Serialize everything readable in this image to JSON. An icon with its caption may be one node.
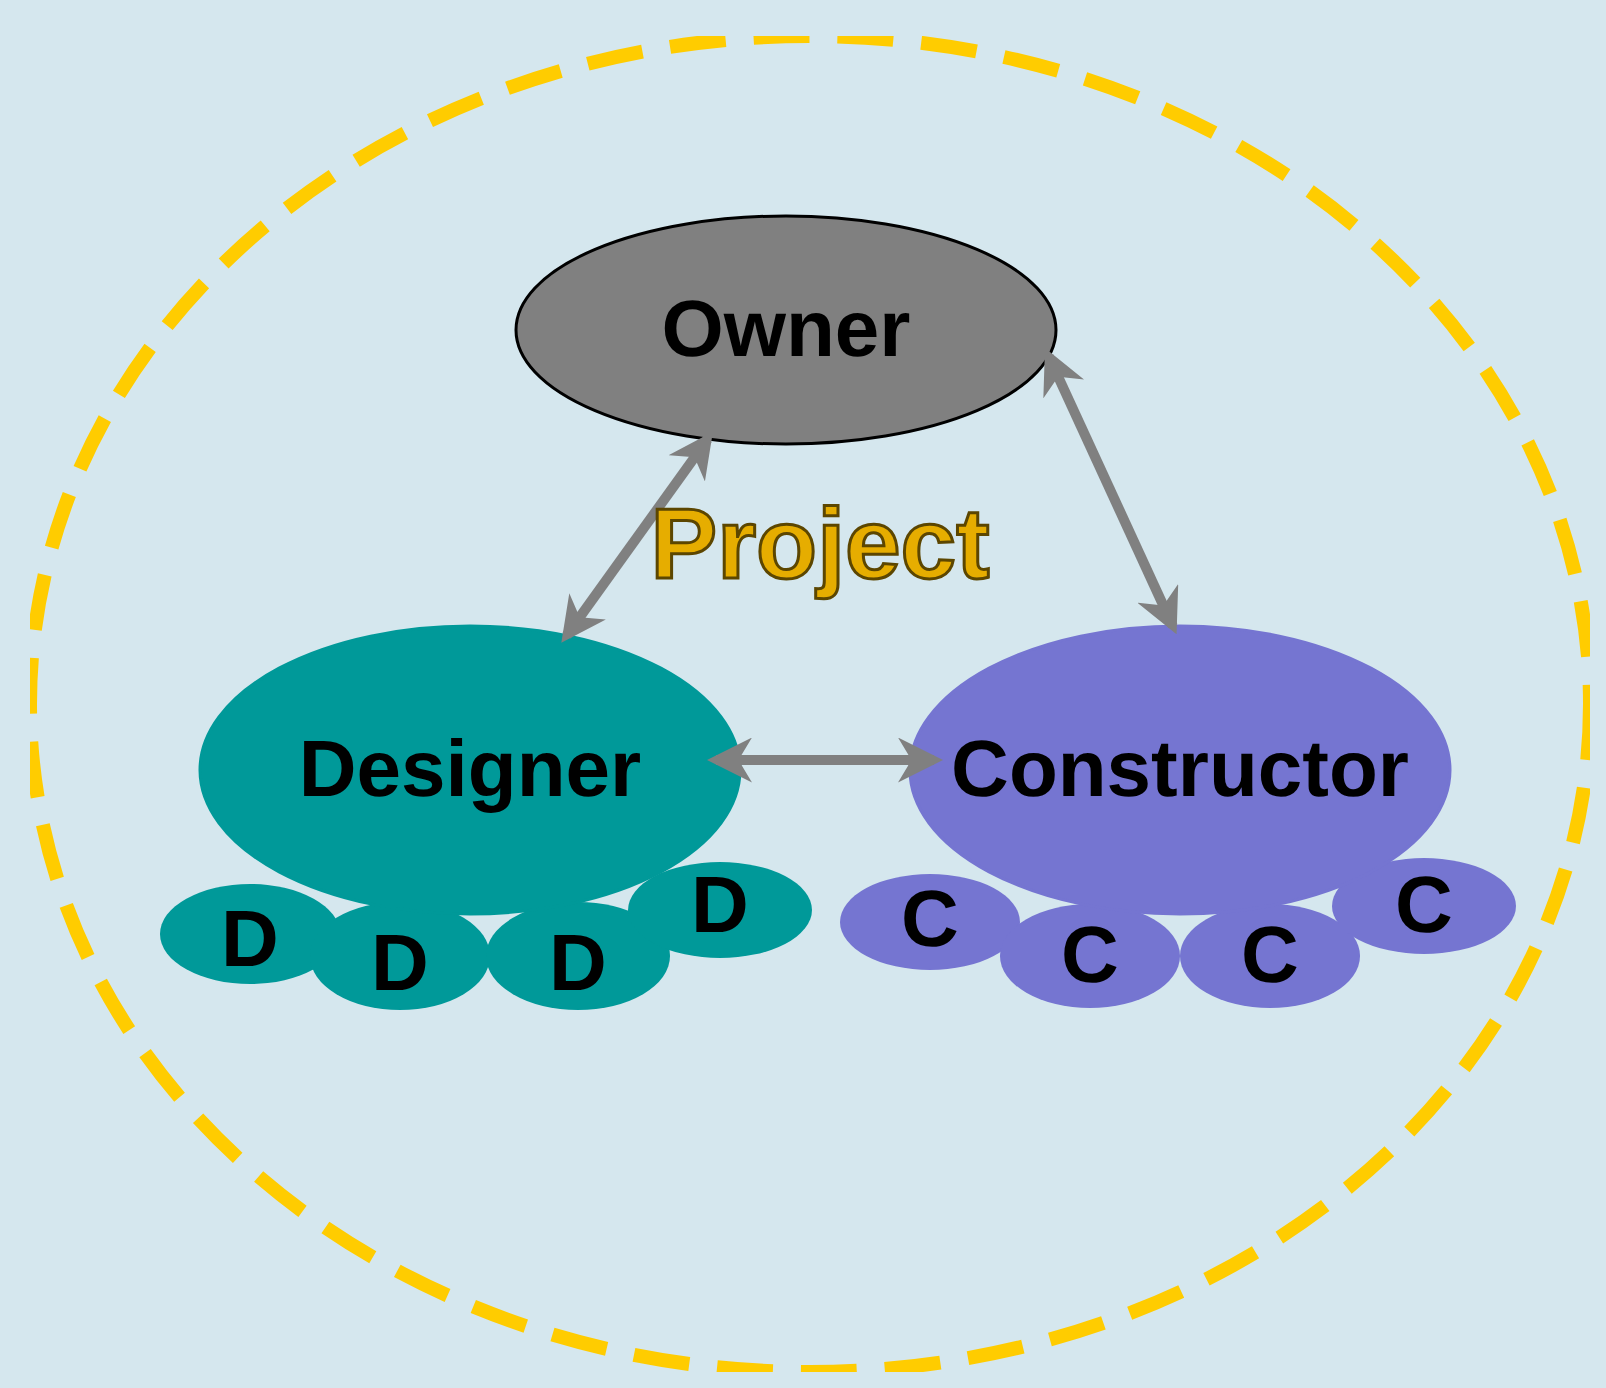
{
  "diagram": {
    "nodes": [
      {
        "text": [
          "Project"
        ]
      },
      {
        "text": [
          "Owner"
        ],
        "in": 0
      },
      {
        "text": [
          "Designer"
        ],
        "in": 0
      },
      {
        "text": [
          "Constructor"
        ],
        "in": 0
      },
      {
        "text": [
          "D"
        ],
        "in": 0
      },
      {
        "text": [
          "D"
        ],
        "in": 0
      },
      {
        "text": [
          "D"
        ],
        "in": 0
      },
      {
        "text": [
          "D"
        ],
        "in": 0
      },
      {
        "text": [
          "C"
        ],
        "in": 0
      },
      {
        "text": [
          "C"
        ],
        "in": 0
      },
      {
        "text": [
          "C"
        ],
        "in": 0
      },
      {
        "text": [
          "C"
        ],
        "in": 0
      }
    ],
    "edges": [
      {
        "from": 1,
        "to": 2,
        "arrow": "both"
      },
      {
        "from": 1,
        "to": 3,
        "arrow": "both"
      },
      {
        "from": 2,
        "to": 3,
        "arrow": "both"
      }
    ]
  }
}
